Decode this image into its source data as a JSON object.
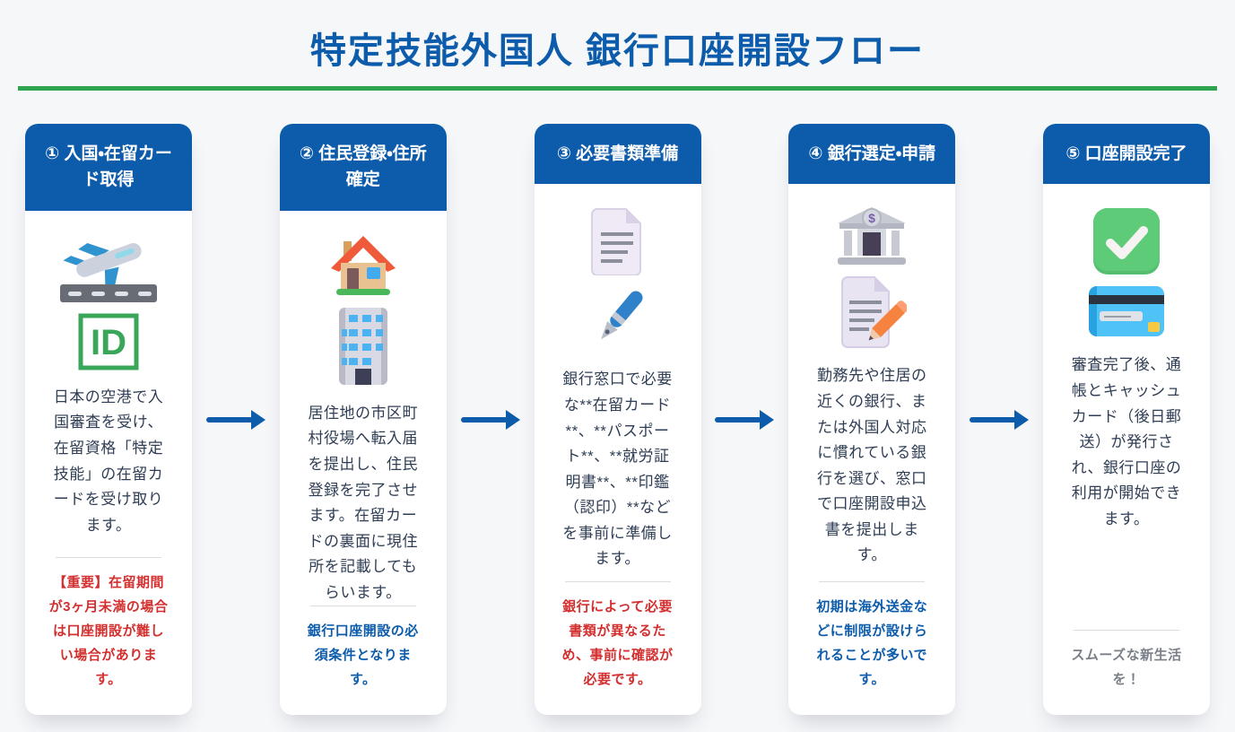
{
  "page": {
    "title": "特定技能外国人 銀行口座開設フロー",
    "accent_blue": "#0d5cab",
    "accent_green": "#2ea44f",
    "background": "#f6f7f9",
    "note_colors": {
      "important": "#d32f2f",
      "info": "#0d5cab",
      "neutral": "#7a7f88"
    }
  },
  "steps": [
    {
      "header": "① 入国・在留カード取得",
      "icons": [
        "airplane-departure-icon",
        "id-button-icon"
      ],
      "description": "日本の空港で入国審査を受け、在留資格「特定技能」の在留カードを受け取ります。",
      "note": "【重要】在留期間が3ヶ月未満の場合は口座開設が難しい場合があります。",
      "note_type": "important"
    },
    {
      "header": "② 住民登録・住所確定",
      "icons": [
        "house-icon",
        "office-building-icon"
      ],
      "description": "居住地の市区町村役場へ転入届を提出し、住民登録を完了させます。在留カードの裏面に現住所を記載してもらいます。",
      "note": "銀行口座開設の必須条件となります。",
      "note_type": "info"
    },
    {
      "header": "③ 必要書類準備",
      "icons": [
        "document-icon",
        "pen-icon"
      ],
      "description": "銀行窓口で必要な**在留カード**、**パスポート**、**就労証明書**、**印鑑（認印）**などを事前に準備します。",
      "note": "銀行によって必要書類が異なるため、事前に確認が必要です。",
      "note_type": "important"
    },
    {
      "header": "④ 銀行選定・申請",
      "icons": [
        "bank-icon",
        "application-form-icon"
      ],
      "description": "勤務先や住居の近くの銀行、または外国人対応に慣れている銀行を選び、窓口で口座開設申込書を提出します。",
      "note": "初期は海外送金などに制限が設けられることが多いです。",
      "note_type": "info"
    },
    {
      "header": "⑤ 口座開設完了",
      "icons": [
        "check-mark-icon",
        "credit-card-icon"
      ],
      "description": "審査完了後、通帳とキャッシュカード（後日郵送）が発行され、銀行口座の利用が開始できます。",
      "note": "スムーズな新生活を！",
      "note_type": "neutral"
    }
  ]
}
